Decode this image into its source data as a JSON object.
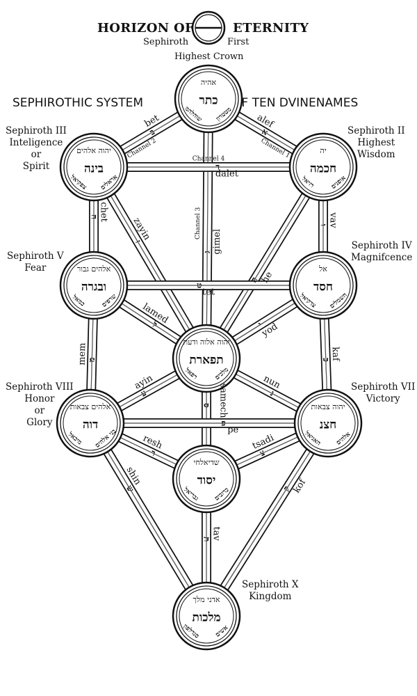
{
  "header": {
    "title_left": "HORIZON OF",
    "title_right": "ETERNITY",
    "sub_left": "Sephiroth",
    "sub_right": "First",
    "sub_center": "Highest Crown",
    "system_left": "SEPHIROTHIC SYSTEM",
    "system_right": "OF TEN DVINENAMES"
  },
  "labels": {
    "s2": "Sephiroth II\nHighest\nWisdom",
    "s3": "Sephiroth III\nInteligence\nor\nSpirit",
    "s4": "Sephiroth IV\nMagnifcence",
    "s5": "Sephiroth V\nFear",
    "s7": "Sephiroth VII\nVictory",
    "s8": "Sephiroth VIII\nHonor\nor\nGlory",
    "s10": "Sephiroth X\nKingdom"
  },
  "sephiroth": [
    {
      "id": "keter",
      "main": "כתר",
      "top": "אהיה",
      "left": "שוהלהמ",
      "right": "מטטרון"
    },
    {
      "id": "chokmah",
      "main": "חכמה",
      "top": "יה",
      "left": "רזיאל",
      "right": "אופנים"
    },
    {
      "id": "binah",
      "main": "בינה",
      "top": "יהוה אלהים",
      "left": "צפקיאל",
      "right": "אראלים"
    },
    {
      "id": "chesed",
      "main": "חסד",
      "top": "אל",
      "left": "צדקיאל",
      "right": "חשמלים"
    },
    {
      "id": "gevurah",
      "main": "ובגרה",
      "top": "אלהים גבור",
      "left": "כמאל",
      "right": "שרפים"
    },
    {
      "id": "tiferet",
      "main": "תפארת",
      "top": "יהוה אלוה ודעת",
      "left": "רפאל",
      "right": "מלכים"
    },
    {
      "id": "netzach",
      "main": "חצנ",
      "top": "יהוה צבאות",
      "left": "האניאל",
      "right": "אלהים"
    },
    {
      "id": "hod",
      "main": "דוה",
      "top": "אלהים צבאות",
      "left": "מיכאל",
      "right": "בני אלהים"
    },
    {
      "id": "yesod",
      "main": "יסוד",
      "top": "שדיאלחי",
      "left": "גבריאל",
      "right": "כרובים"
    },
    {
      "id": "malkuth",
      "main": "מלכות",
      "top": "אדני מלך",
      "left": "סנדלפון",
      "right": "אשים"
    }
  ],
  "paths": [
    {
      "name": "alef",
      "letter": "א",
      "channel": "Channel 1"
    },
    {
      "name": "bet",
      "letter": "ב",
      "channel": "Channel 2"
    },
    {
      "name": "gimel",
      "letter": "ג",
      "channel": "Channel 3"
    },
    {
      "name": "dalet",
      "letter": "ד",
      "channel": "Channel 4"
    },
    {
      "name": "he",
      "letter": "ה"
    },
    {
      "name": "vav",
      "letter": "ו"
    },
    {
      "name": "zayin",
      "letter": "ז"
    },
    {
      "name": "chet",
      "letter": "ח"
    },
    {
      "name": "tet",
      "letter": "ט"
    },
    {
      "name": "yod",
      "letter": "י"
    },
    {
      "name": "kaf",
      "letter": "כ"
    },
    {
      "name": "lamed",
      "letter": "ל"
    },
    {
      "name": "mem",
      "letter": "מ"
    },
    {
      "name": "nun",
      "letter": "נ"
    },
    {
      "name": "samech",
      "letter": "ס"
    },
    {
      "name": "ayin",
      "letter": "ע"
    },
    {
      "name": "pe",
      "letter": "פ"
    },
    {
      "name": "tsadi",
      "letter": "צ"
    },
    {
      "name": "kof",
      "letter": "ק"
    },
    {
      "name": "resh",
      "letter": "ר"
    },
    {
      "name": "shin",
      "letter": "ש"
    },
    {
      "name": "tav",
      "letter": "ת"
    }
  ]
}
